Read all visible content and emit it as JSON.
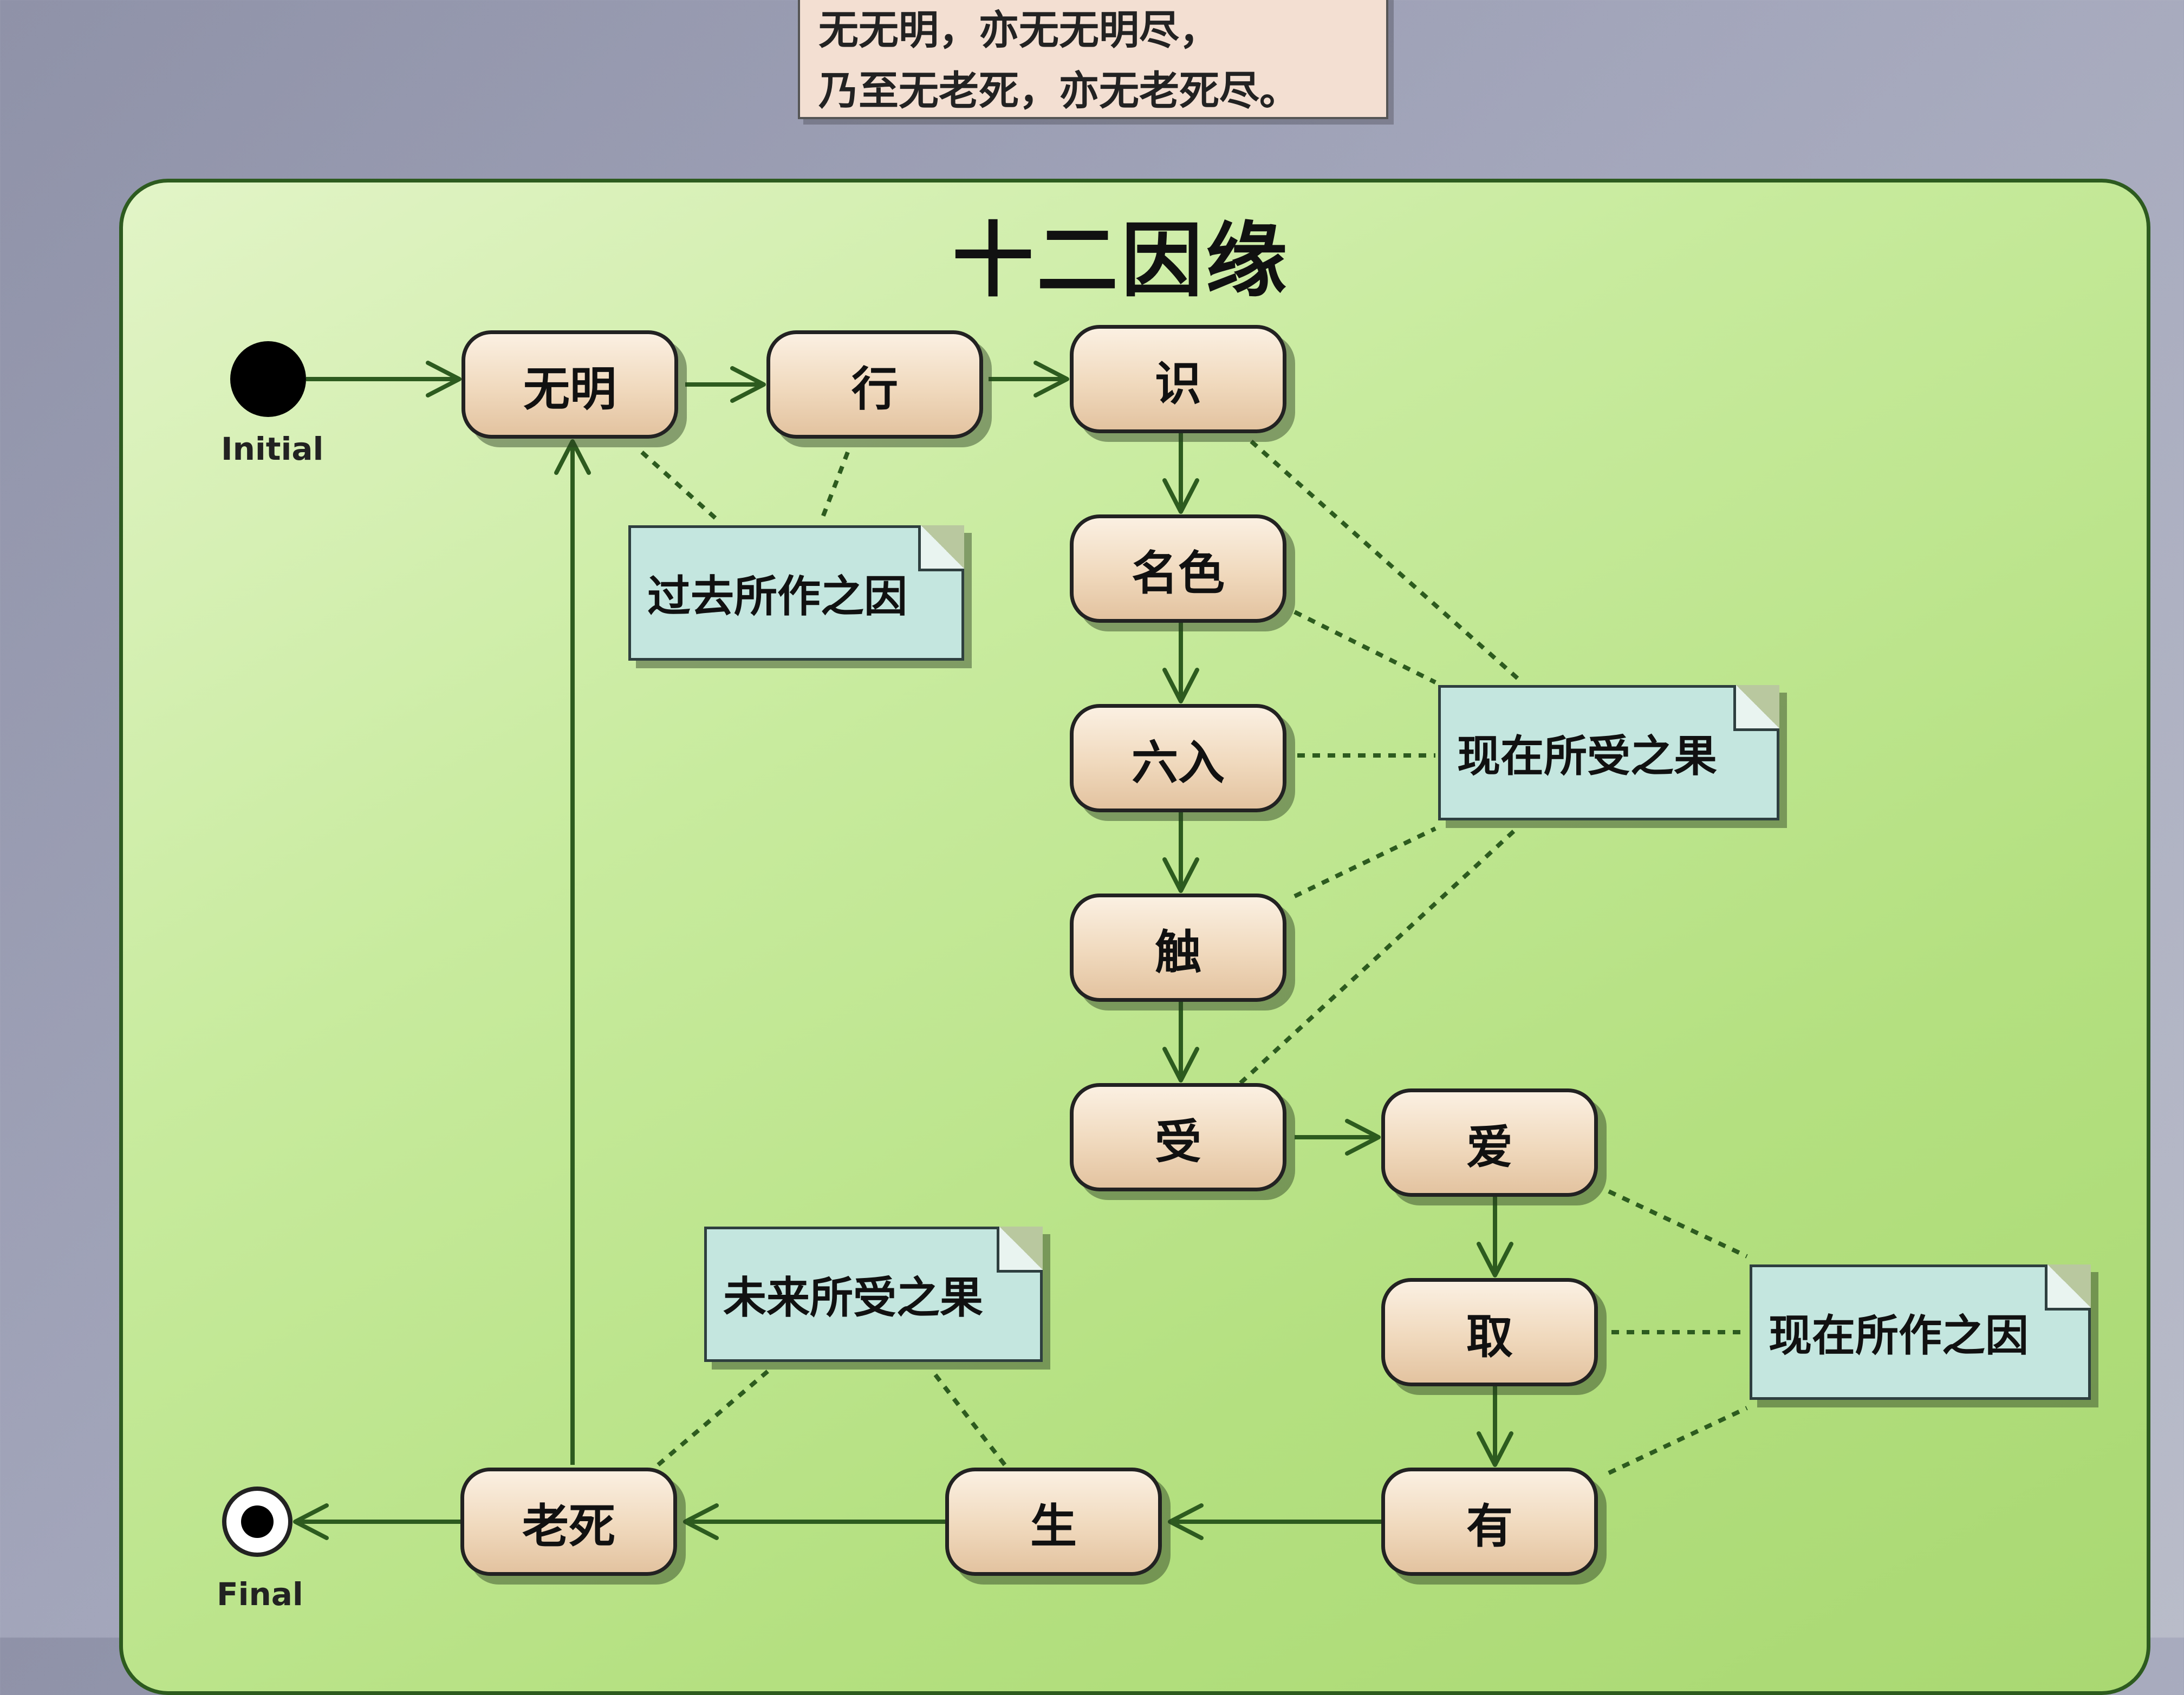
{
  "quote": {
    "line1": "无无明，亦无无明尽，",
    "line2": "乃至无老死，亦无老死尽。"
  },
  "diagram": {
    "title": "十二因缘",
    "initial_label": "Initial",
    "final_label": "Final",
    "states": [
      "无明",
      "行",
      "识",
      "名色",
      "六入",
      "触",
      "受",
      "爱",
      "取",
      "有",
      "生",
      "老死"
    ],
    "notes": {
      "past_cause": "过去所作之因",
      "present_effect": "现在所受之果",
      "present_cause": "现在所作之因",
      "future_effect": "未来所受之果"
    }
  },
  "colors": {
    "frame_fill": "#c8eb9e",
    "state_fill": "#f0d9bd",
    "note_fill": "#c4e6df",
    "edge": "#2d5b1f"
  }
}
